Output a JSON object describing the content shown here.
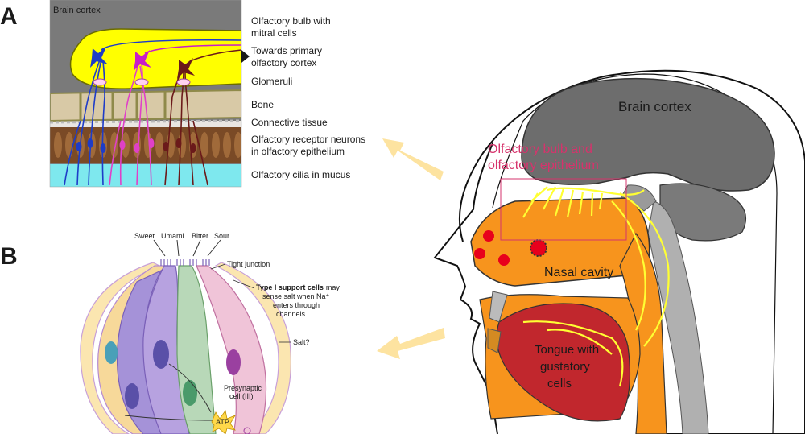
{
  "panel_a": {
    "letter": "A",
    "inset_title": "Brain cortex",
    "labels": [
      "Olfactory bulb with",
      "mitral cells",
      "Towards primary",
      "olfactory cortex",
      "Glomeruli",
      "Bone",
      "Connective tissue",
      "Olfactory receptor neurons",
      "in olfactory epithelium",
      "Olfactory cilia in mucus"
    ]
  },
  "panel_b": {
    "letter": "B",
    "tastes": [
      "Sweet",
      "Umami",
      "Bitter",
      "Sour"
    ],
    "tight_junction": "Tight junction",
    "support_cells_bold": "Type I support cells",
    "support_cells_rest": "may",
    "support_line2": "sense salt when Na⁺",
    "support_line3": "enters through",
    "support_line4": "channels.",
    "salt": "Salt?",
    "presynaptic_1": "Presynaptic",
    "presynaptic_2": "cell (III)",
    "atp": "ATP"
  },
  "head": {
    "brain_cortex": "Brain cortex",
    "olfactory_line1": "Olfactory bulb and",
    "olfactory_line2": "olfactory epithelium",
    "nasal_cavity": "Nasal cavity",
    "tongue_line1": "Tongue with",
    "tongue_line2": "gustatory",
    "tongue_line3": "cells",
    "olfactory_label_color": "#d6336c"
  },
  "colors": {
    "arrow": "#fde3a0",
    "bulb_yellow": "#ffff00",
    "bone": "#d8c9a6",
    "epithelium": "#7a4a26",
    "mucus": "#7ee8ee",
    "nasal_orange": "#f7941d",
    "tongue_red": "#c1272d",
    "brain_gray": "#6d6d6d"
  }
}
